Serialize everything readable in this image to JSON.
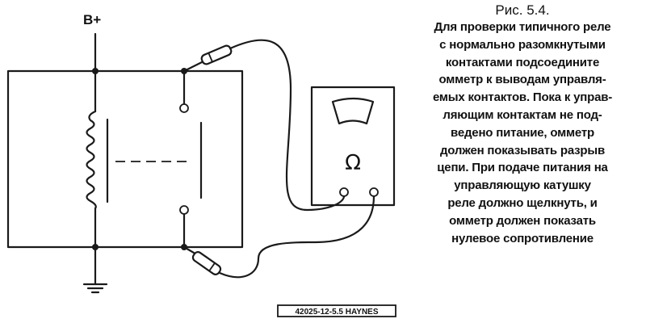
{
  "diagram": {
    "supply_label": "B+",
    "meter_symbol": "Ω",
    "stamp": "42025-12-5.5 HAYNES"
  },
  "caption": {
    "title": "Рис. 5.4.",
    "lines": [
      "Для проверки типичного реле",
      "с нормально разомкнутыми",
      "контактами подсоедините",
      "омметр к выводам управля-",
      "емых контактов. Пока к управ-",
      "ляющим контактам не под-",
      "ведено питание, омметр",
      "должен показывать разрыв",
      "цепи. При подаче питания на",
      "управляющую катушку",
      "реле должно щелкнуть, и",
      "омметр должен показать",
      "нулевое сопротивление"
    ]
  }
}
